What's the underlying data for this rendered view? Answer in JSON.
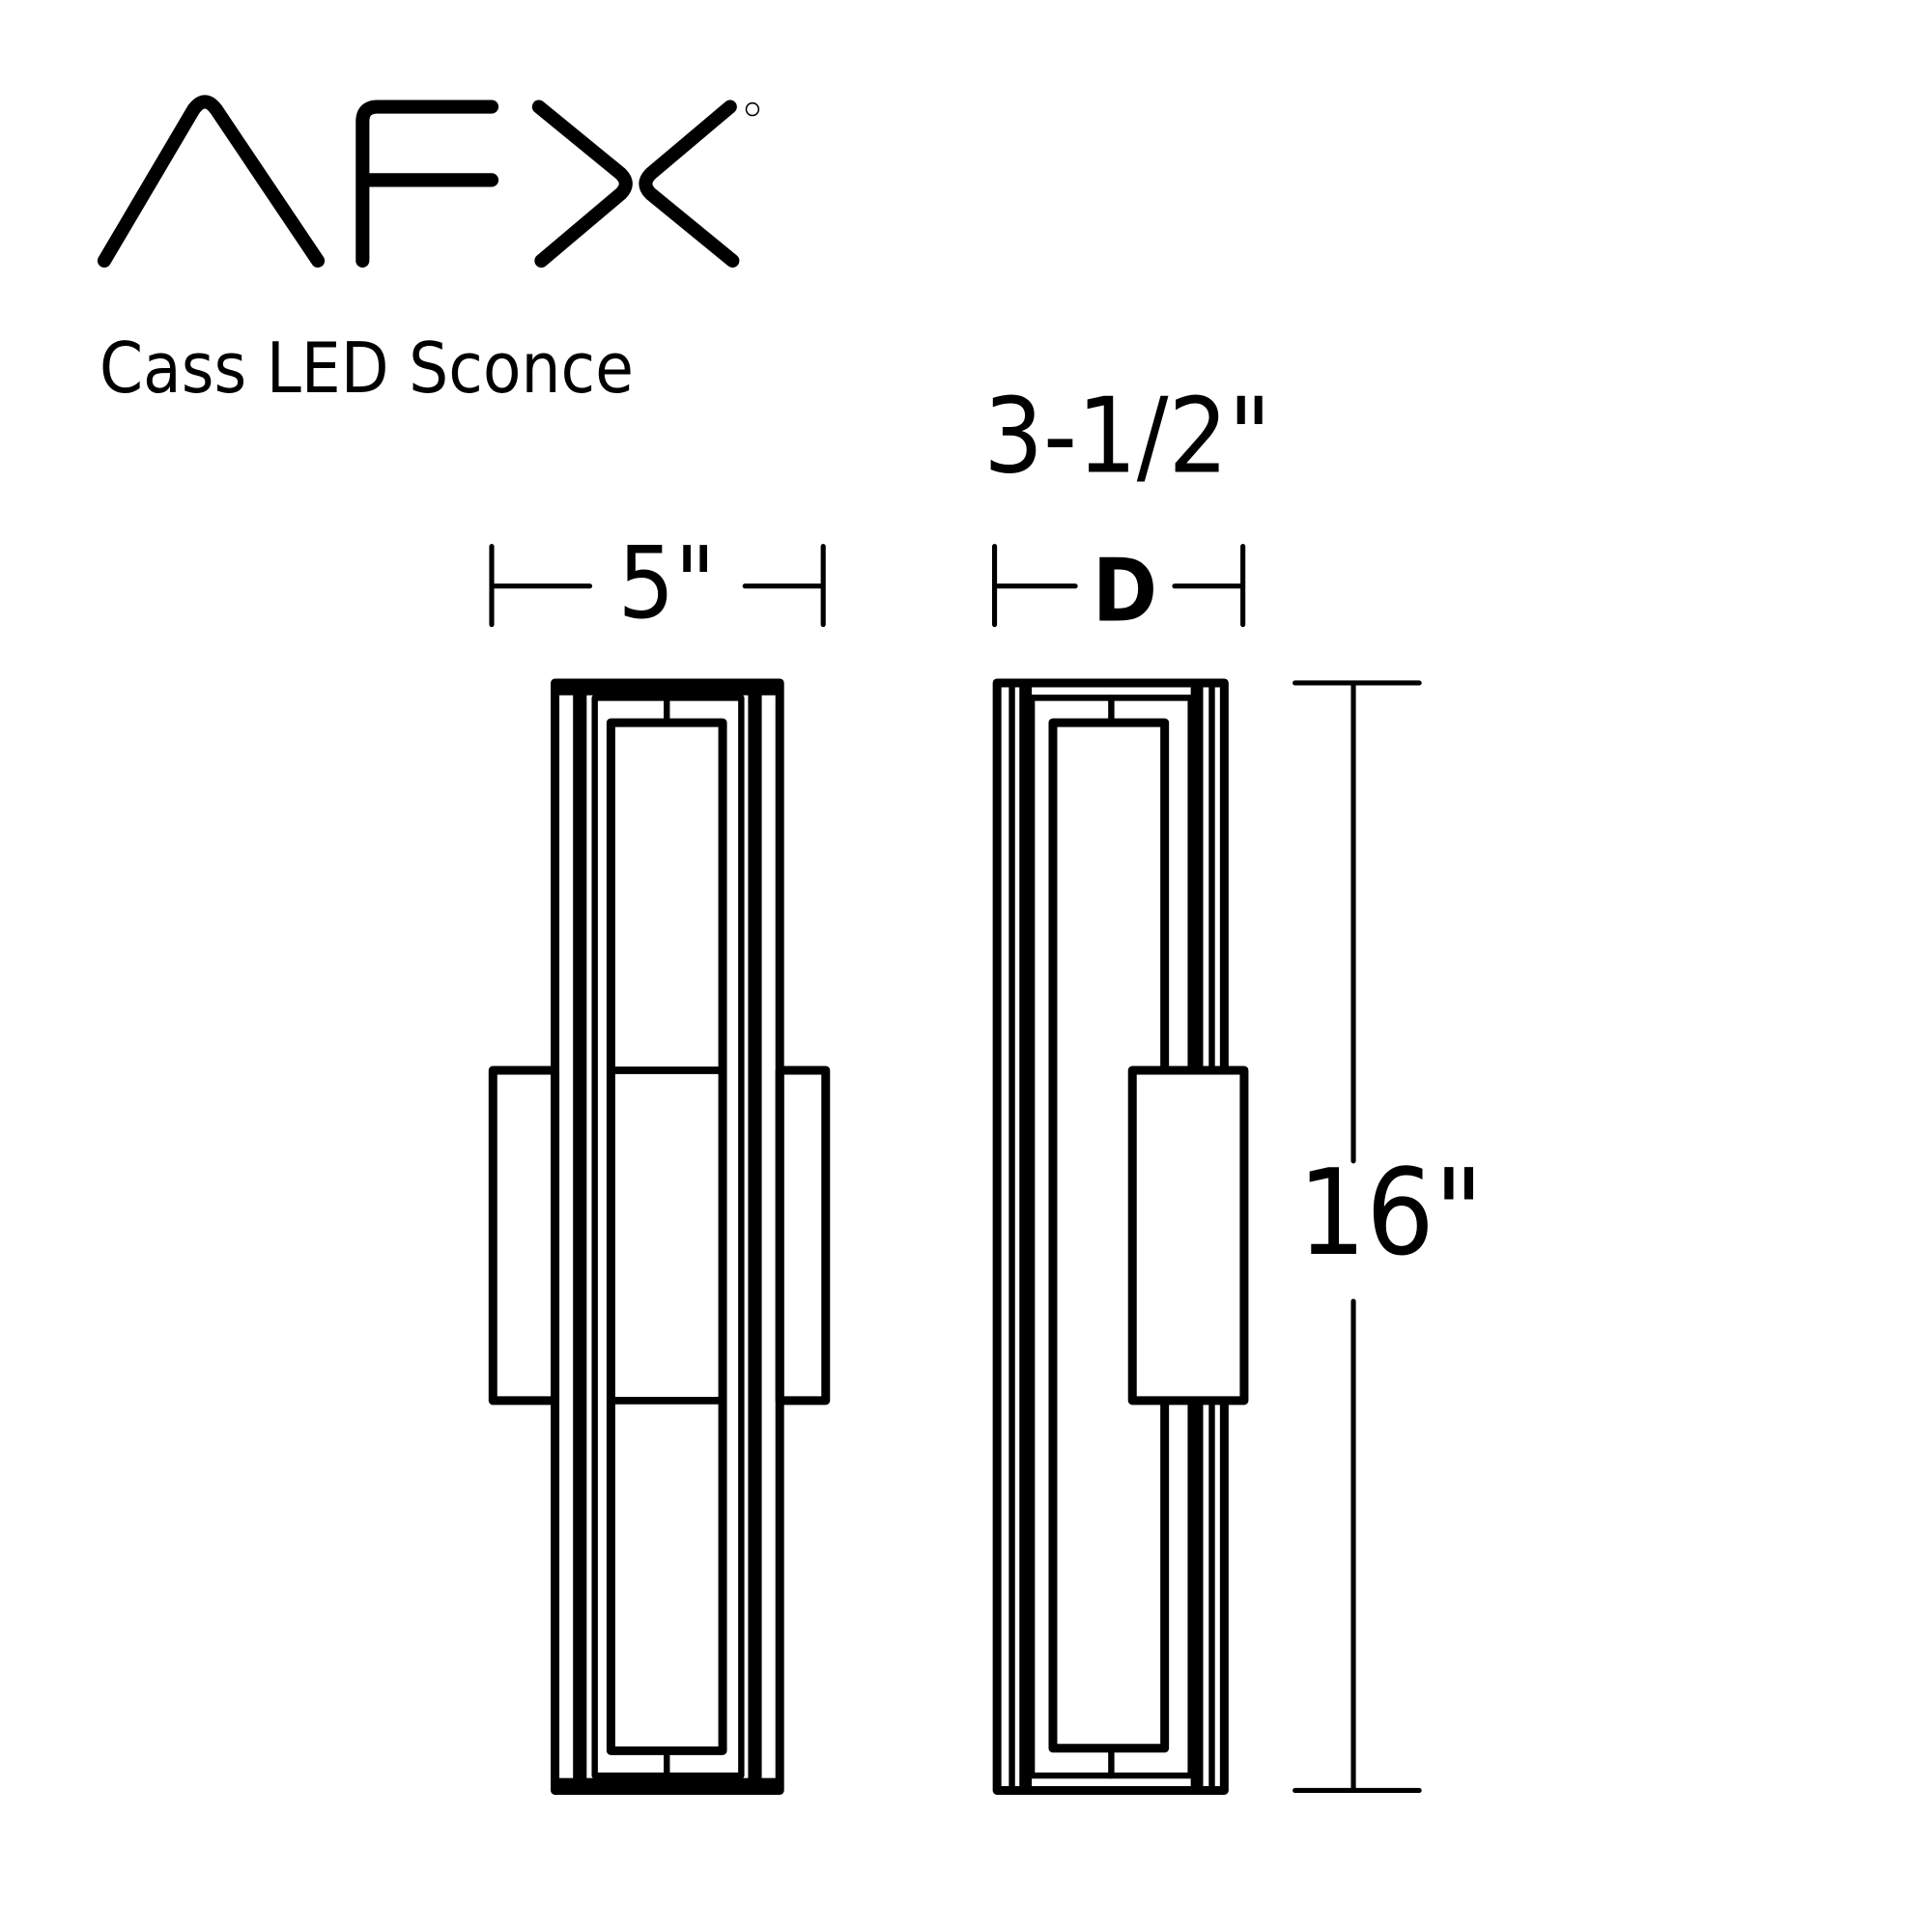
{
  "brand": {
    "logo_text": "AFX",
    "registered_mark": "®"
  },
  "product": {
    "title": "Cass LED Sconce"
  },
  "dimensions": {
    "width": "5\"",
    "depth": "3-1/2\"",
    "depth_label": "D",
    "height": "16\""
  },
  "colors": {
    "ink": "#000000",
    "background": "#ffffff"
  }
}
